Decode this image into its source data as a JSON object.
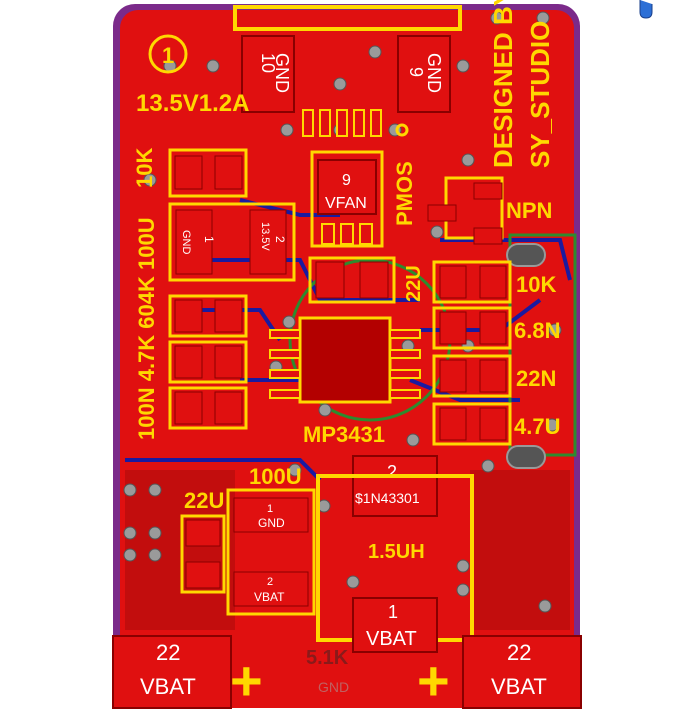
{
  "colors": {
    "board_outline": "#7b2a8a",
    "copper": "#e01010",
    "copper_dark": "#b30000",
    "silk": "#ffd800",
    "trace_blue": "#1a1aa0",
    "keepout_green": "#2e8b2e",
    "via": "#9a9a9a",
    "background": "#ffffff"
  },
  "labels": {
    "fid1": "1",
    "out_spec": "13.5V1.2A",
    "designed_by_1": "DESIGNED BY",
    "designed_by_2": "SY_STUDIO",
    "pmos": "PMOS",
    "npn": "NPN",
    "r_left": "10K",
    "c_left_values": "100N 4.7K 604K 100U",
    "c22u_mid": "22U",
    "r10k_right": "10K",
    "c6n8": "6.8N",
    "c22n": "22N",
    "c4u7": "4.7U",
    "ic": "MP3431",
    "c100u_bot": "100U",
    "c22u_bot": "22U",
    "inductor": "1.5UH",
    "plus_left": "+",
    "plus_right": "+",
    "gnd_bottom": "GND",
    "faint_5k1": "5.1K"
  },
  "pads": {
    "gnd_left": {
      "num": "10",
      "name": "GND"
    },
    "gnd_right": {
      "num": "9",
      "name": "GND"
    },
    "vfan": {
      "num": "9",
      "name": "VFAN"
    },
    "c_gnd": {
      "num": "1",
      "name": "GND"
    },
    "c_13v5": {
      "num": "2",
      "name": "13.5V"
    },
    "diode": {
      "num": "2",
      "name": "$1N43301"
    },
    "cap_gnd": {
      "num": "1",
      "name": "GND"
    },
    "cap_vbat": {
      "num": "2",
      "name": "VBAT"
    },
    "vbat_center": {
      "num": "1",
      "name": "VBAT"
    },
    "vbat_left": {
      "num": "22",
      "name": "VBAT"
    },
    "vbat_right": {
      "num": "22",
      "name": "VBAT"
    }
  },
  "icons": {
    "cursor": "pin-cursor-icon"
  }
}
